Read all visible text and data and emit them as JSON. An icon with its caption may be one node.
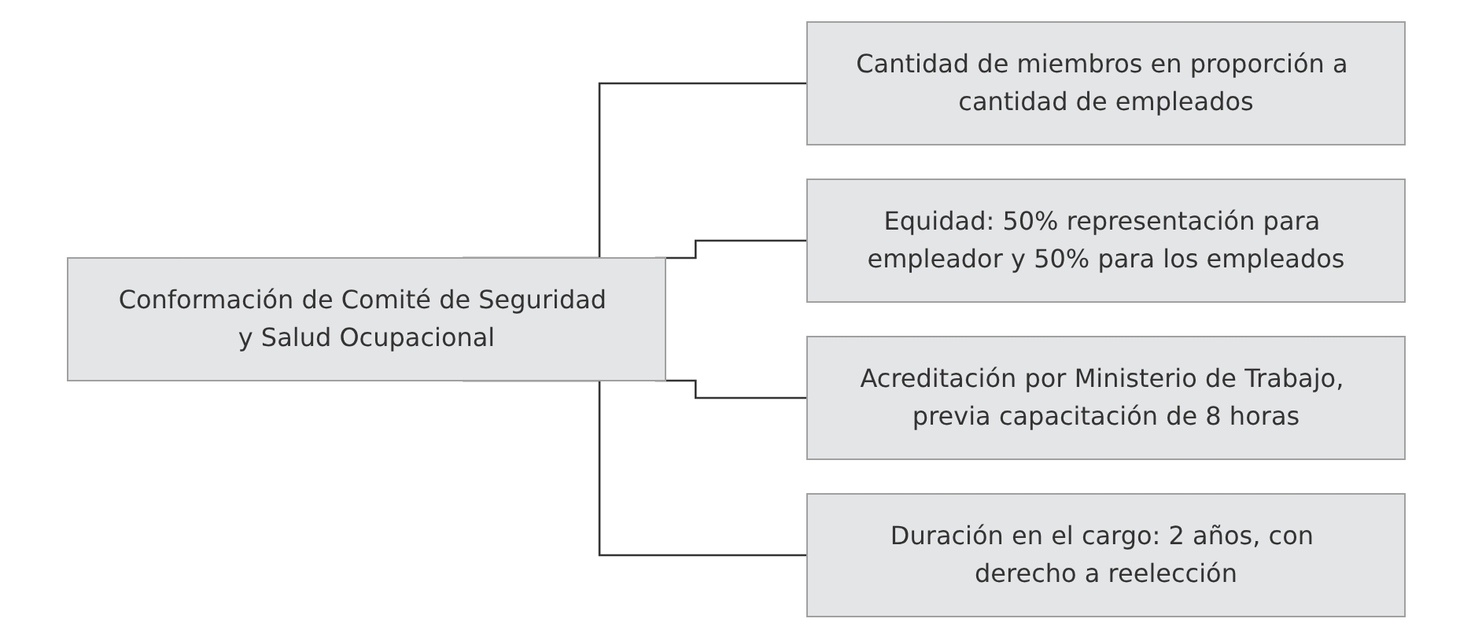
{
  "diagram": {
    "nodes": [
      {
        "text": [
          "Conformación de Comité de Seguridad y Salud Ocupacional"
        ]
      },
      {
        "text": [
          "Cantidad de miembros en proporción a cantidad de empleados"
        ]
      },
      {
        "text": [
          "Equidad: 50% representación para empleador y 50% para los empleados"
        ]
      },
      {
        "text": [
          "Acreditación por Ministerio de Trabajo, previa capacitación de 8 horas"
        ]
      },
      {
        "text": [
          "Duración en el cargo: 2 años, con derecho a reelección"
        ]
      }
    ],
    "edges": [
      {
        "from": 0,
        "to": 1,
        "arrow": "none"
      },
      {
        "from": 0,
        "to": 2,
        "arrow": "none"
      },
      {
        "from": 0,
        "to": 3,
        "arrow": "none"
      },
      {
        "from": 0,
        "to": 4,
        "arrow": "none"
      }
    ]
  }
}
